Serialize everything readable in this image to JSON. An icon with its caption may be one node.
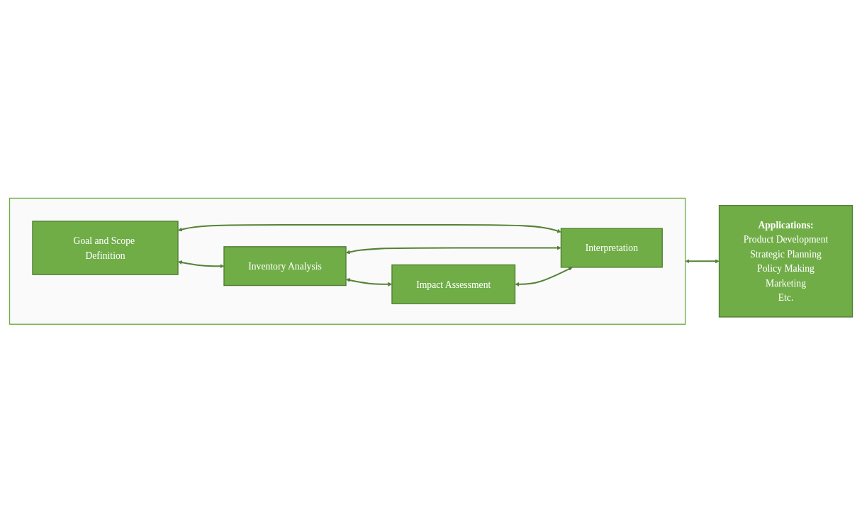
{
  "diagram": {
    "nodes": [
      {
        "text": [],
        "shape": "box"
      },
      {
        "text": [
          "Goal and Scope Definition"
        ],
        "in": 0
      },
      {
        "text": [
          "Inventory Analysis"
        ],
        "in": 0
      },
      {
        "text": [
          "Impact Assessment"
        ],
        "in": 0
      },
      {
        "text": [
          "Interpretation"
        ],
        "in": 0
      },
      {
        "text": [
          "Applications:",
          "Product Development",
          "Strategic Planning",
          "Policy Making",
          "Marketing",
          "Etc."
        ]
      }
    ],
    "edges": [
      {
        "from": 1,
        "to": 4,
        "arrow": "both"
      },
      {
        "from": 1,
        "to": 2,
        "arrow": "both"
      },
      {
        "from": 2,
        "to": 4,
        "arrow": "both"
      },
      {
        "from": 2,
        "to": 3,
        "arrow": "both"
      },
      {
        "from": 3,
        "to": 4,
        "arrow": "both"
      },
      {
        "from": 0,
        "to": 5,
        "arrow": "both"
      }
    ]
  }
}
